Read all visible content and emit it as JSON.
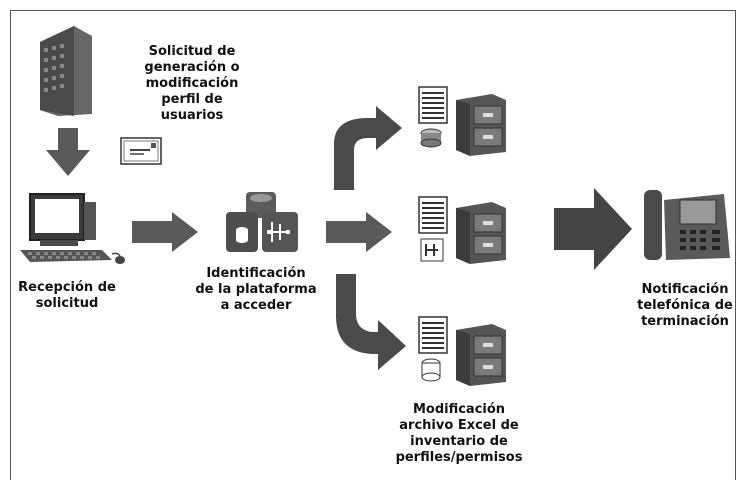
{
  "diagram": {
    "labels": {
      "request": "Solicitud de\ngeneración o\nmodificación\nperfil de\nusuarios",
      "reception": "Recepción de\nsolicitud",
      "identification": "Identificación\nde la plataforma\na acceder",
      "modification": "Modificación\narchivo Excel de\ninventario de\nperfiles/permisos",
      "notification": "Notificación\ntelefónica de\nterminación"
    },
    "icons": [
      "building-icon",
      "envelope-icon",
      "computer-icon",
      "database-cluster-icon",
      "document-icon",
      "file-cabinet-icon",
      "telephone-icon"
    ],
    "colors": {
      "arrow": "#5a5a5a",
      "arrow_dark": "#444444",
      "icon": "#4f4f4f",
      "frame": "#555555"
    }
  }
}
